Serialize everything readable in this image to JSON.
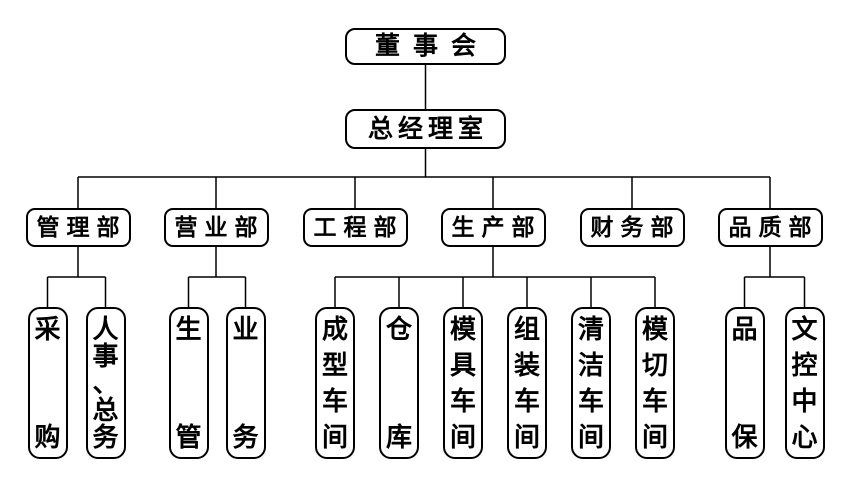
{
  "chart": {
    "root": {
      "label": "董事会"
    },
    "general_manager_office": {
      "label": "总经理室"
    },
    "departments": [
      {
        "label": "管理部",
        "children": [
          "采购",
          "人事、总务"
        ]
      },
      {
        "label": "营业部",
        "children": [
          "生管",
          "业务"
        ]
      },
      {
        "label": "工程部",
        "children": []
      },
      {
        "label": "生产部",
        "children": [
          "成型车间",
          "仓库",
          "模具车间",
          "组装车间",
          "清洁车间",
          "模切车间"
        ]
      },
      {
        "label": "财务部",
        "children": []
      },
      {
        "label": "品质部",
        "children": [
          "品保",
          "文控中心"
        ]
      }
    ]
  },
  "colors": {
    "background": "#ffffff",
    "line": "#000000",
    "border": "#000000",
    "text": "#000000"
  }
}
